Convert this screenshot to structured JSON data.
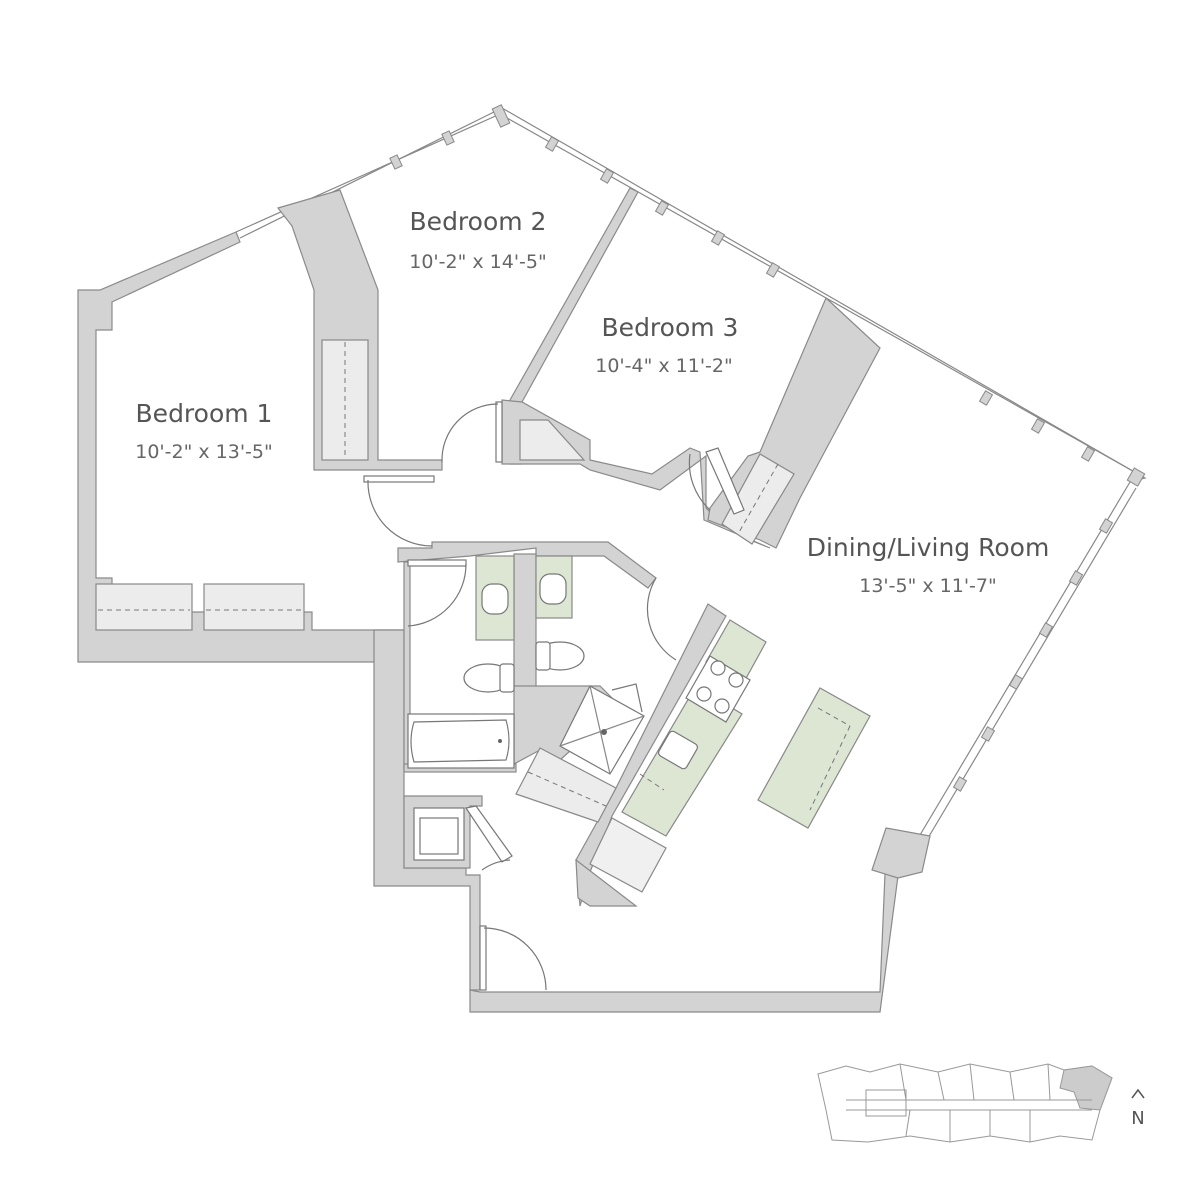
{
  "rooms": {
    "bedroom1": {
      "name": "Bedroom 1",
      "dims": "10'-2\" x 13'-5\""
    },
    "bedroom2": {
      "name": "Bedroom 2",
      "dims": "10'-2\" x 14'-5\""
    },
    "bedroom3": {
      "name": "Bedroom 3",
      "dims": "10'-4\" x 11'-2\""
    },
    "living": {
      "name": "Dining/Living Room",
      "dims": "13'-5\" x 11'-7\""
    }
  },
  "key_plan": {
    "north_label": "N"
  },
  "colors": {
    "wall": "#d3d3d3",
    "counter": "#dde6d3",
    "text": "#555555",
    "highlight_unit": "#cccccc"
  }
}
